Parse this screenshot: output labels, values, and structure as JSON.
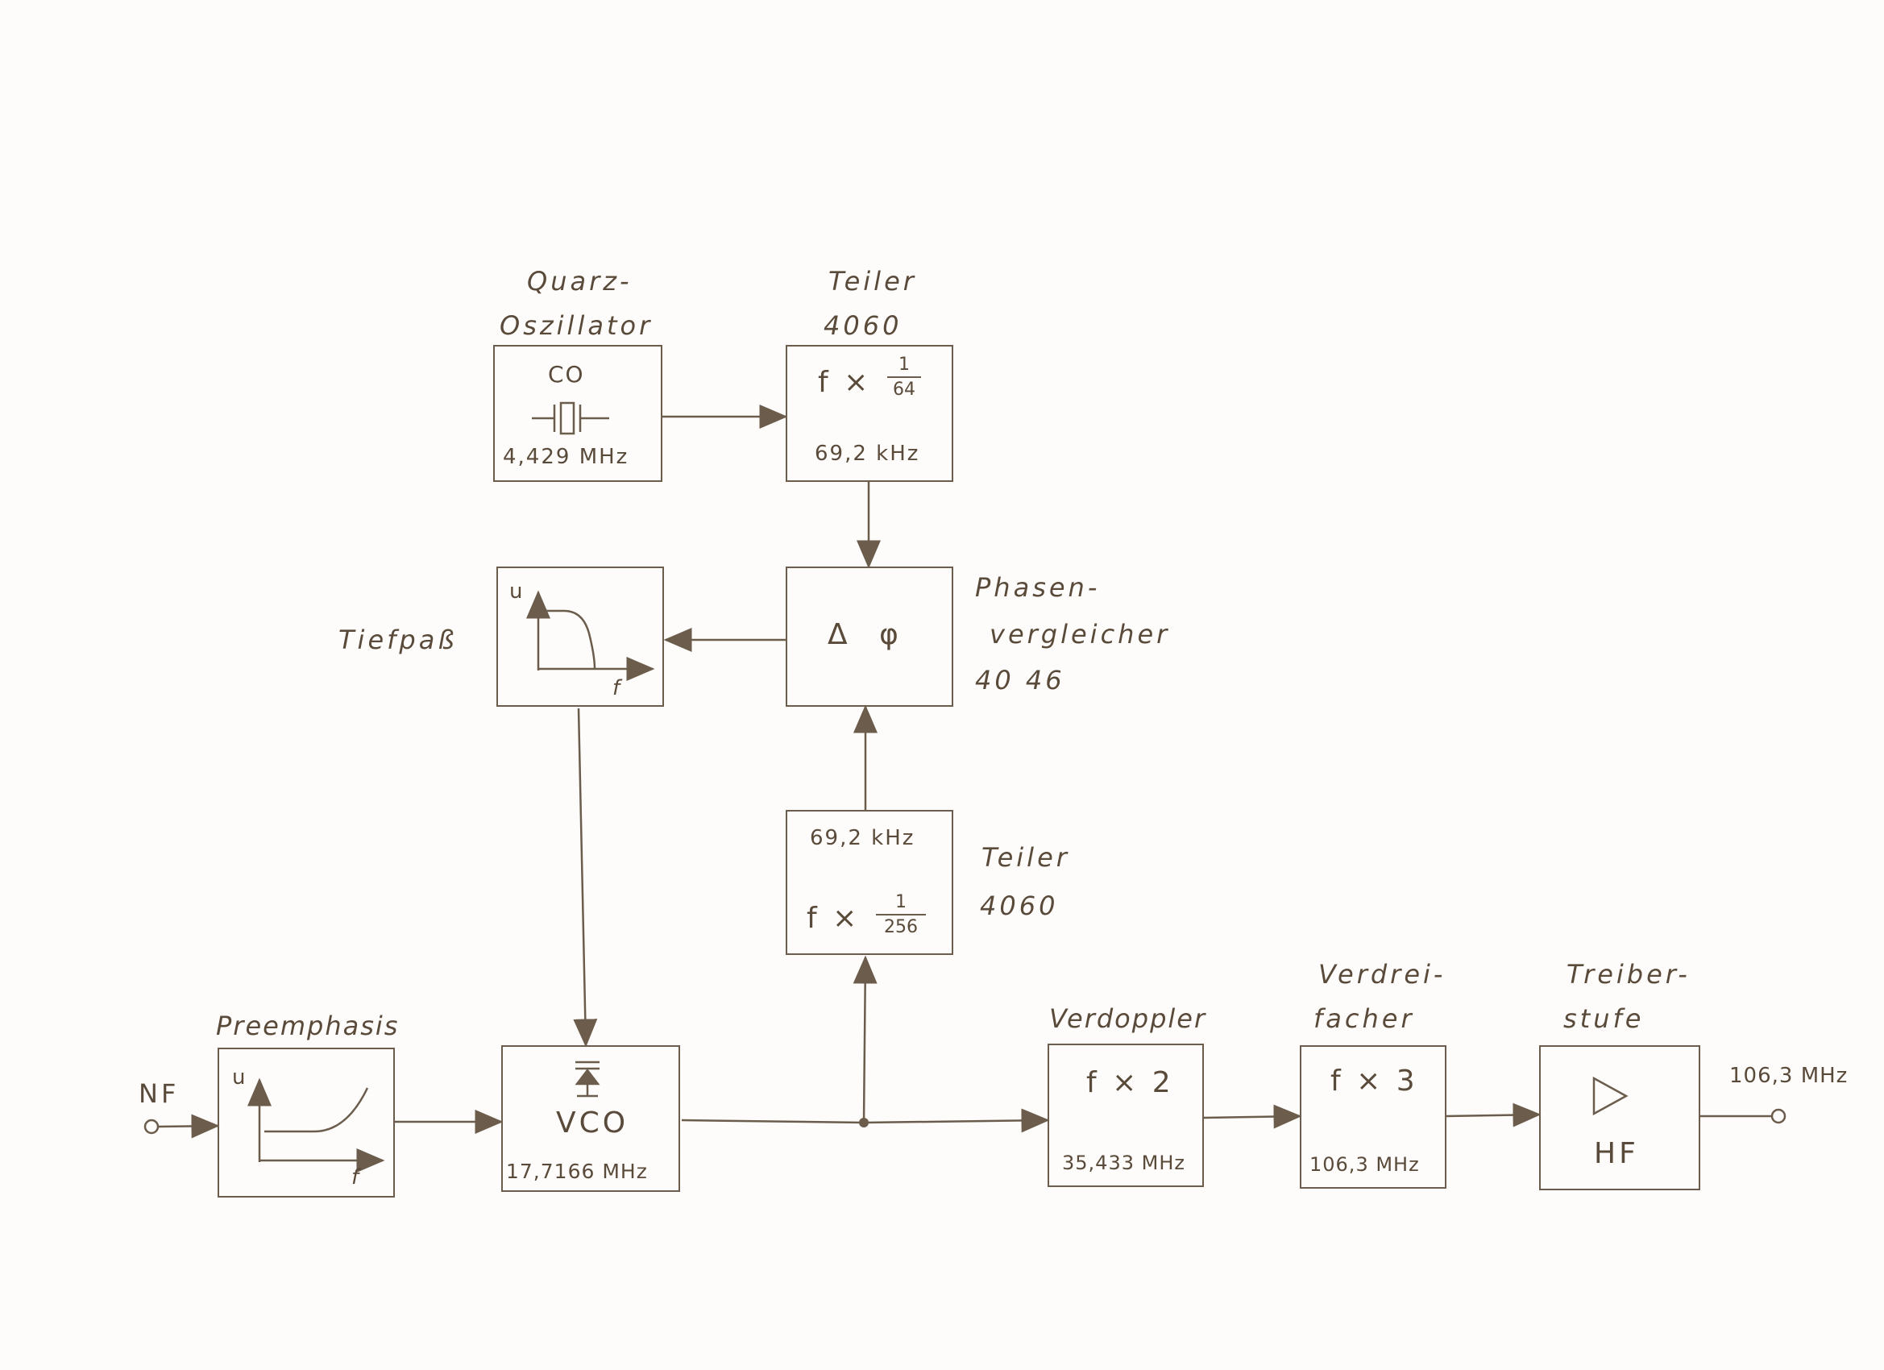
{
  "blocks": {
    "quarz": {
      "title1": "Quarz-",
      "title2": "Oszillator",
      "symbol": "CO",
      "freq": "4,429 MHz"
    },
    "teiler1": {
      "title1": "Teiler",
      "title2": "4060",
      "op": "f ×",
      "num": "1",
      "den": "64",
      "freq": "69,2 kHz"
    },
    "phase": {
      "title1": "Phasen-",
      "title2": "vergleicher",
      "title3": "40 46",
      "symbol": "Δ φ"
    },
    "tiefpass": {
      "title": "Tiefpaß",
      "axis_y": "u",
      "axis_x": "f"
    },
    "teiler2": {
      "title1": "Teiler",
      "title2": "4060",
      "freq": "69,2 kHz",
      "op": "f ×",
      "num": "1",
      "den": "256"
    },
    "preemphasis": {
      "title": "Preemphasis",
      "axis_y": "u",
      "axis_x": "f"
    },
    "vco": {
      "symbol": "VCO",
      "freq": "17,7166 MHz"
    },
    "verdoppler": {
      "title": "Verdoppler",
      "op": "f × 2",
      "freq": "35,433 MHz"
    },
    "verdreifacher": {
      "title1": "Verdrei-",
      "title2": "facher",
      "op": "f × 3",
      "freq": "106,3 MHz"
    },
    "treiber": {
      "title1": "Treiber-",
      "title2": "stufe",
      "symbol": "HF"
    }
  },
  "input_label": "NF",
  "output_label": "106,3 MHz",
  "colors": {
    "ink": "#6b5c4c",
    "paper": "#fdfcfa"
  }
}
